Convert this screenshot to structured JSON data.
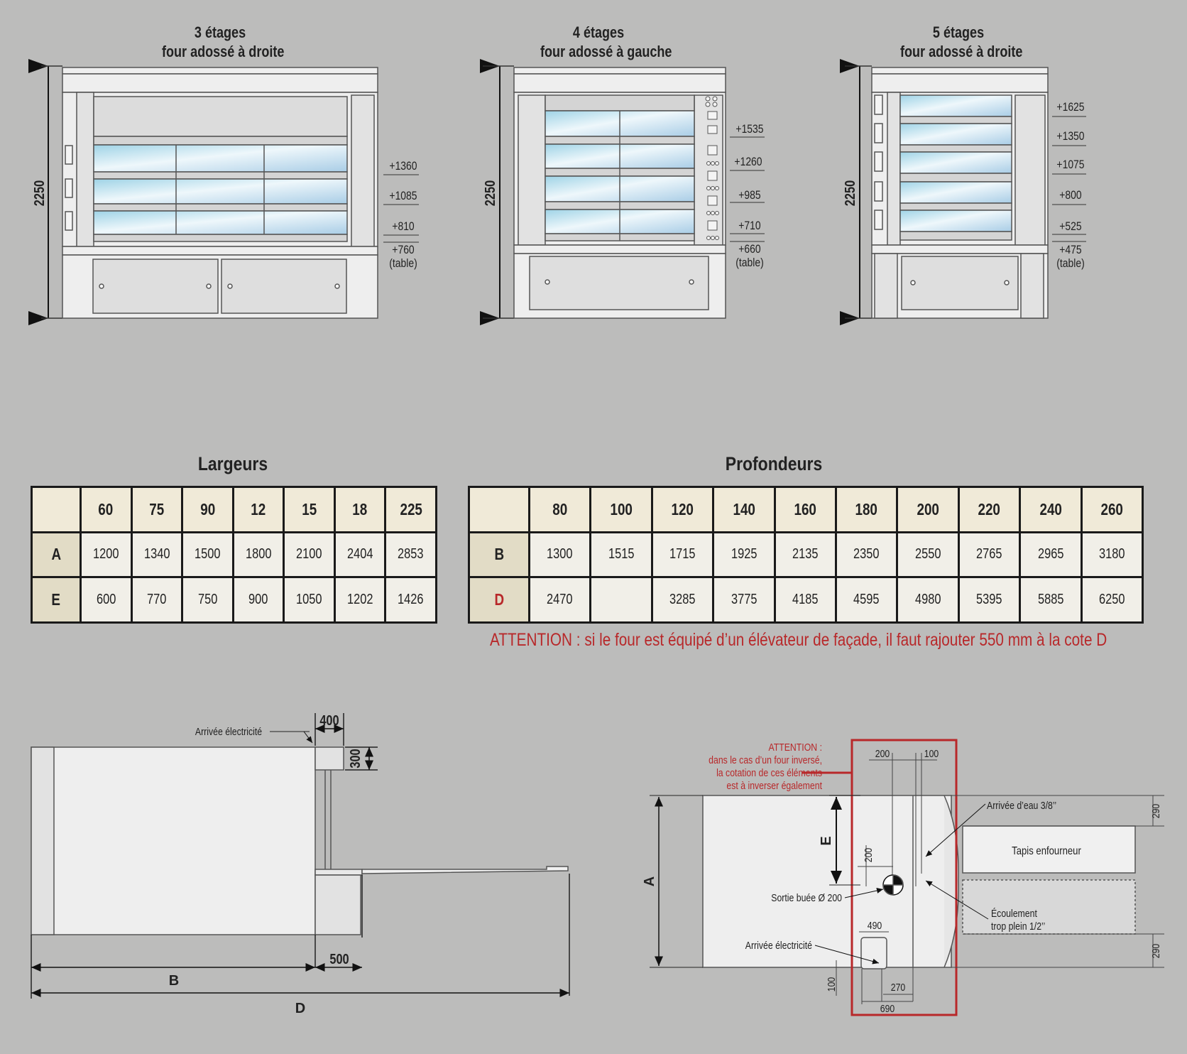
{
  "elevations": [
    {
      "title_line1": "3 étages",
      "title_line2": "four adossé à droite",
      "height_label": "2250",
      "levels": [
        "+1360",
        "+1085",
        "+810",
        "+760"
      ],
      "table_label": "(table)"
    },
    {
      "title_line1": "4 étages",
      "title_line2": "four adossé à gauche",
      "height_label": "2250",
      "levels": [
        "+1535",
        "+1260",
        "+985",
        "+710",
        "+660"
      ],
      "table_label": "(table)"
    },
    {
      "title_line1": "5 étages",
      "title_line2": "four adossé à droite",
      "height_label": "2250",
      "levels": [
        "+1625",
        "+1350",
        "+1075",
        "+800",
        "+525",
        "+475"
      ],
      "table_label": "(table)"
    }
  ],
  "largeurs": {
    "title": "Largeurs",
    "columns": [
      "60",
      "75",
      "90",
      "12",
      "15",
      "18",
      "225"
    ],
    "rows": [
      {
        "label": "A",
        "values": [
          "1200",
          "1340",
          "1500",
          "1800",
          "2100",
          "2404",
          "2853"
        ]
      },
      {
        "label": "E",
        "values": [
          "600",
          "770",
          "750",
          "900",
          "1050",
          "1202",
          "1426"
        ]
      }
    ]
  },
  "profondeurs": {
    "title": "Profondeurs",
    "columns": [
      "80",
      "100",
      "120",
      "140",
      "160",
      "180",
      "200",
      "220",
      "240",
      "260"
    ],
    "rows": [
      {
        "label": "B",
        "values": [
          "1300",
          "1515",
          "1715",
          "1925",
          "2135",
          "2350",
          "2550",
          "2765",
          "2965",
          "3180"
        ]
      },
      {
        "label": "D",
        "values": [
          "2470",
          "",
          "3285",
          "3775",
          "4185",
          "4595",
          "4980",
          "5395",
          "5885",
          "6250"
        ]
      }
    ]
  },
  "attention_d": "ATTENTION : si le four est équipé d’un élévateur de façade, il faut rajouter 550 mm à la cote D",
  "side_view": {
    "arrivee_electricite": "Arrivée électricité",
    "dim_400": "400",
    "dim_300": "300",
    "dim_500": "500",
    "label_b": "B",
    "label_d": "D"
  },
  "top_view": {
    "attention_lines": [
      "ATTENTION :",
      "dans le cas d’un four inversé,",
      "la cotation de ces éléments",
      "est à inverser également"
    ],
    "dim_200_top": "200",
    "dim_100_top": "100",
    "arrivee_eau": "Arrivée d’eau 3/8’’",
    "tapis": "Tapis enfourneur",
    "ecoulement_1": "Écoulement",
    "ecoulement_2": "trop plein 1/2’’",
    "sortie_buee": "Sortie buée Ø 200",
    "arrivee_electricite": "Arrivée électricité",
    "label_a": "A",
    "label_e": "E",
    "dim_200_side": "200",
    "dim_490": "490",
    "dim_270": "270",
    "dim_690": "690",
    "dim_100_side": "100",
    "dim_290_top": "290",
    "dim_290_bottom": "290"
  },
  "colors": {
    "background": "#bcbcbb",
    "warning": "#b8282a",
    "header_cell": "#f0ead8",
    "row_header": "#e2dcc6"
  }
}
